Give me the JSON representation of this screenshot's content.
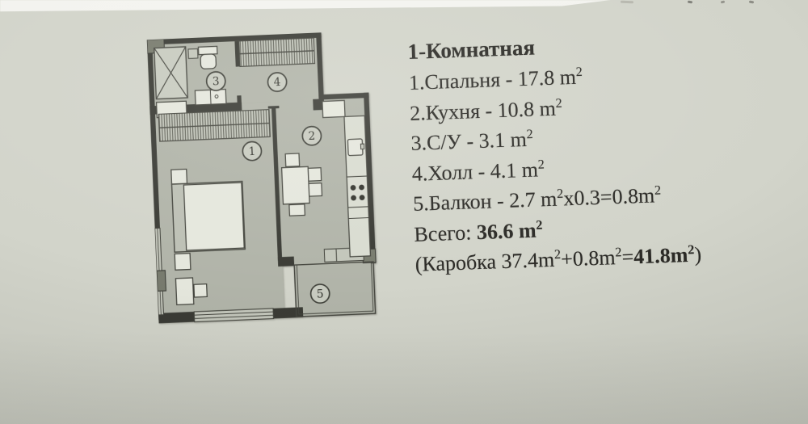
{
  "title": "1-Комнатная",
  "legend": {
    "lines": [
      {
        "id": "bedroom",
        "segments": [
          {
            "t": "1.Спальня - 17.8 m"
          },
          {
            "t": "2",
            "sup": true
          }
        ]
      },
      {
        "id": "kitchen",
        "segments": [
          {
            "t": "2.Кухня - 10.8 m"
          },
          {
            "t": "2",
            "sup": true
          }
        ]
      },
      {
        "id": "bathroom",
        "segments": [
          {
            "t": "3.С/У - 3.1 m"
          },
          {
            "t": "2",
            "sup": true
          }
        ]
      },
      {
        "id": "hall",
        "segments": [
          {
            "t": "4.Холл - 4.1 m"
          },
          {
            "t": "2",
            "sup": true
          }
        ]
      },
      {
        "id": "balcony",
        "segments": [
          {
            "t": "5.Балкон - 2.7 m"
          },
          {
            "t": "2",
            "sup": true
          },
          {
            "t": "x0.3=0.8m"
          },
          {
            "t": "2",
            "sup": true
          }
        ]
      },
      {
        "id": "total",
        "segments": [
          {
            "t": "Всего: "
          },
          {
            "t": "36.6 m",
            "b": true
          },
          {
            "t": "2",
            "sup": true,
            "b": true
          }
        ]
      },
      {
        "id": "box-total",
        "segments": [
          {
            "t": "(Каробка 37.4m"
          },
          {
            "t": "2",
            "sup": true
          },
          {
            "t": "+0.8m"
          },
          {
            "t": "2",
            "sup": true
          },
          {
            "t": "="
          },
          {
            "t": "41.8m",
            "b": true
          },
          {
            "t": "2",
            "sup": true,
            "b": true
          },
          {
            "t": ")"
          }
        ]
      }
    ]
  },
  "plan": {
    "room_labels": [
      "1",
      "2",
      "3",
      "4",
      "5"
    ]
  },
  "colors": {
    "paper": "#d2d4ca",
    "strip": "#f3f3ef",
    "room": "#b1b4a9",
    "shaft": "#c8cbc0",
    "wall": "#3a3b35",
    "line": "#45463f",
    "pier": "#787b6e",
    "furn": "#e5e7dd",
    "counter": "#d9dcd1",
    "win": "#c3c6bb",
    "ink": "#2b2a26"
  }
}
